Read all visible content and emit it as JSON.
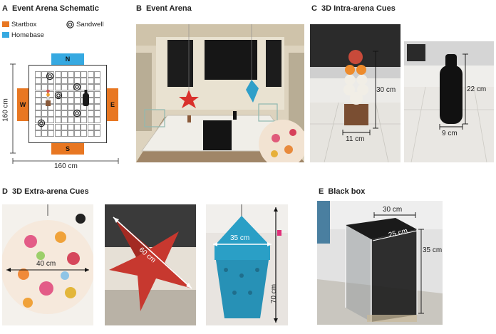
{
  "panels": {
    "A": {
      "letter": "A",
      "title": "Event Arena Schematic"
    },
    "B": {
      "letter": "B",
      "title": "Event Arena"
    },
    "C": {
      "letter": "C",
      "title": "3D Intra-arena Cues"
    },
    "D": {
      "letter": "D",
      "title": "3D Extra-arena Cues"
    },
    "E": {
      "letter": "E",
      "title": "Black box"
    }
  },
  "legend": {
    "startbox": "Startbox",
    "homebase": "Homebase",
    "sandwell": "Sandwell"
  },
  "colors": {
    "startbox": "#e87722",
    "homebase": "#36a9e1"
  },
  "schematic": {
    "north": "N",
    "south": "S",
    "east": "E",
    "west": "W",
    "height_dim": "160 cm",
    "width_dim": "160 cm"
  },
  "measurements": {
    "tower_height": "30 cm",
    "tower_width": "11 cm",
    "bottle_height": "22 cm",
    "bottle_width": "9 cm",
    "lantern_width": "40 cm",
    "star_width": "60 cm",
    "hanging_width": "35 cm",
    "hanging_height": "70 cm",
    "box_width": "30 cm",
    "box_depth": "25 cm",
    "box_height": "35 cm"
  }
}
